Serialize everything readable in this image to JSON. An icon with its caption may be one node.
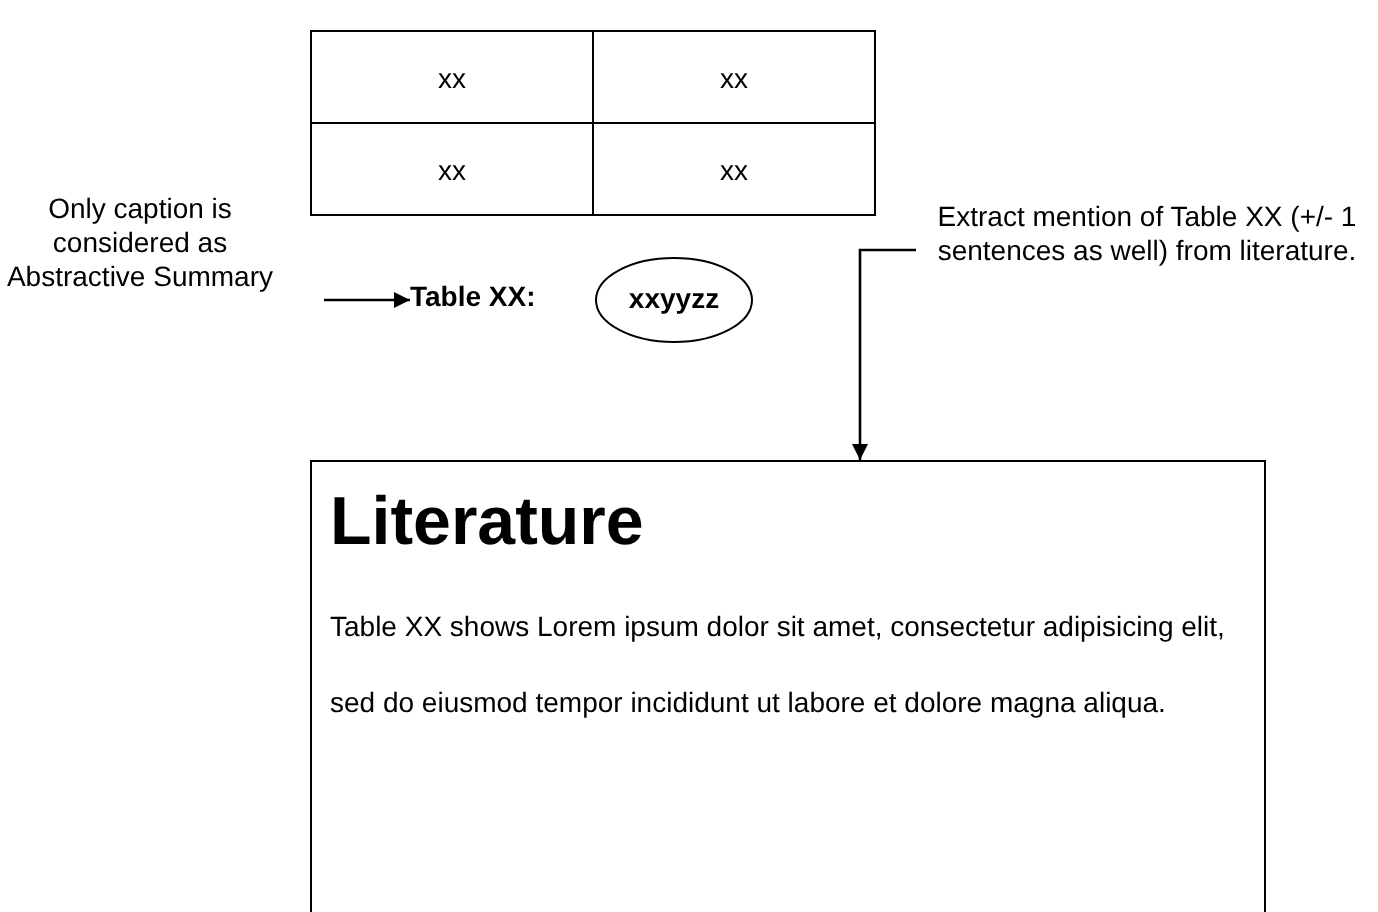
{
  "diagram": {
    "nodes": [
      {
        "text": [
          "Only caption is considered as Abstractive Summary"
        ]
      },
      {
        "text": [
          "Table XX:"
        ]
      },
      {
        "text": [
          "xxyyzz"
        ]
      },
      {
        "text": [
          "Extract mention of Table XX (+/- 1 sentences as well) from literature."
        ]
      },
      {
        "text": [
          "Literature",
          "Table XX shows Lorem ipsum dolor sit amet, consectetur adipisicing elit, sed do eiusmod tempor incididunt ut labore et dolore magna aliqua."
        ]
      }
    ],
    "edges": [
      {
        "from": 0,
        "to": 1,
        "arrow": "to"
      },
      {
        "from": 3,
        "to": 4,
        "arrow": "to"
      }
    ],
    "labels": [
      "xx",
      "xx",
      "xx",
      "xx"
    ]
  }
}
